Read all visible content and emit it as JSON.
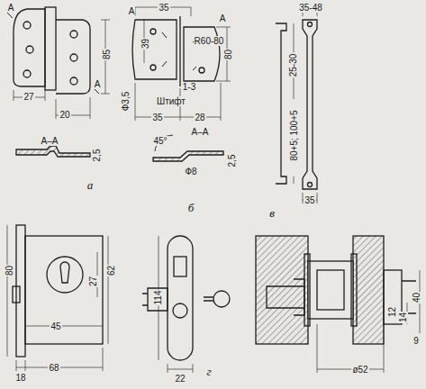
{
  "diagram": {
    "labels": [
      "А",
      "А",
      "85",
      "27",
      "20",
      "А–А",
      "2,5",
      "а",
      "А",
      "35",
      "А",
      "39",
      "R60-80",
      "80",
      "1-3",
      "Ф3,5",
      "Штифт",
      "35",
      "28",
      "А–А",
      "45°",
      "2,5",
      "Ф8",
      "б",
      "35-48",
      "25-30",
      "80+5; 100+5",
      "35",
      "в",
      "80",
      "62",
      "27",
      "45",
      "18",
      "68",
      "114",
      "22",
      "г",
      "ø52",
      "12",
      "14",
      "40",
      "9"
    ]
  }
}
